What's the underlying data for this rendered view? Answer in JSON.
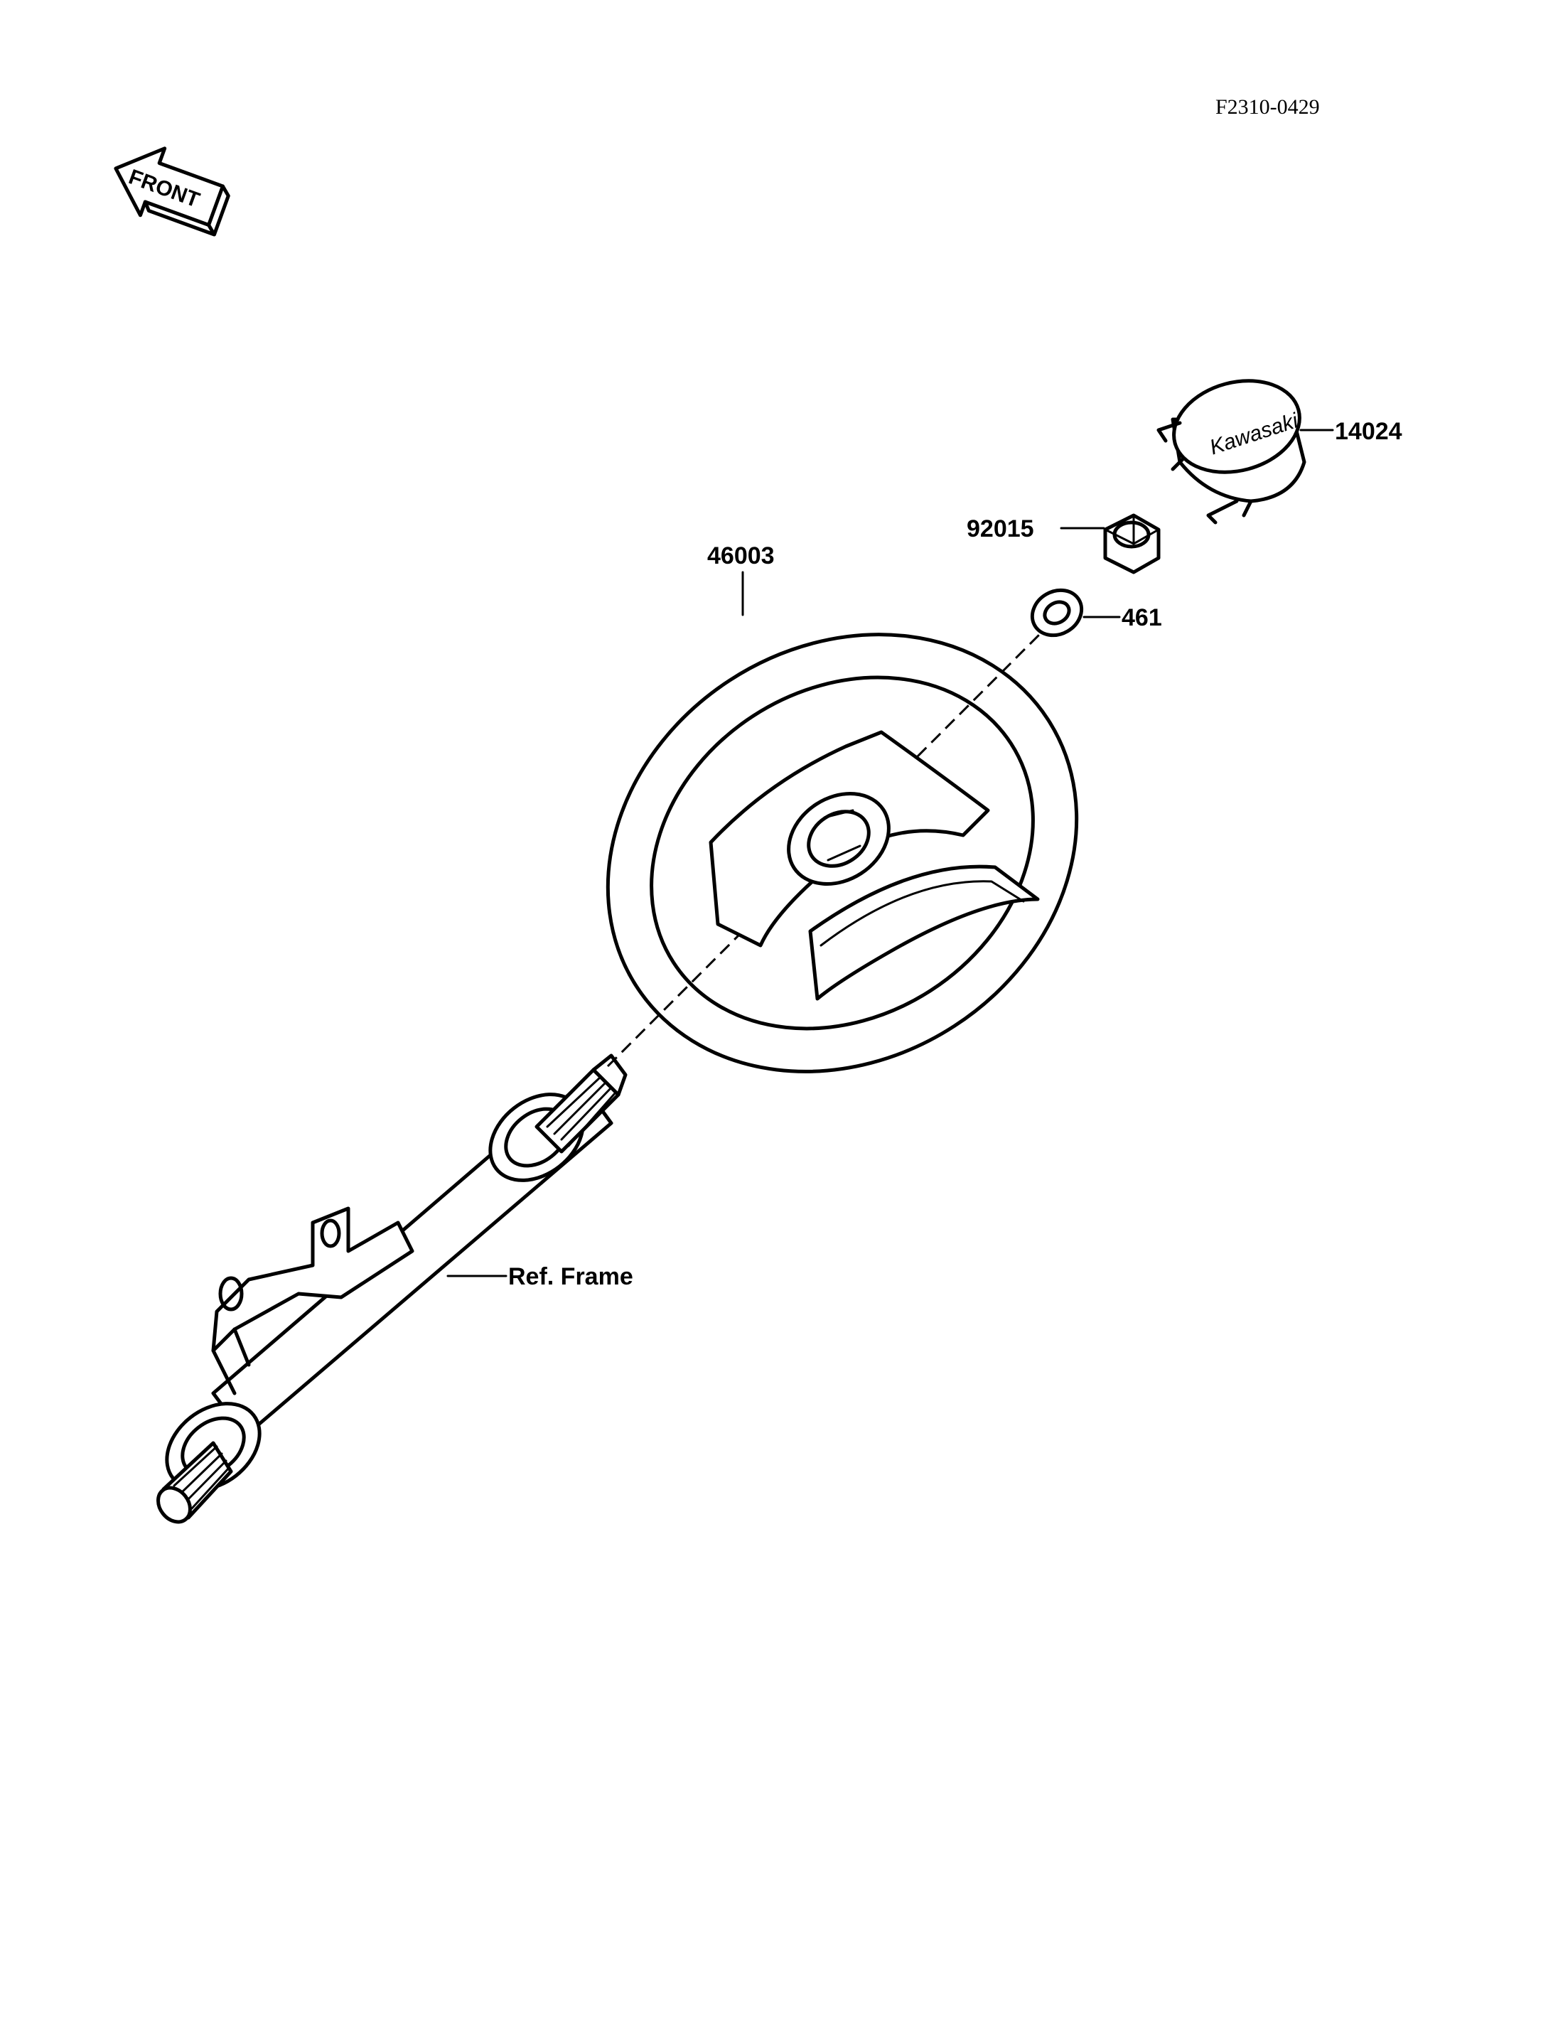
{
  "diagram": {
    "doc_id": "F2310-0429",
    "front_marker": "FRONT",
    "cap_logo": "Kawasaki",
    "callouts": [
      {
        "id": "steering_wheel",
        "label": "46003"
      },
      {
        "id": "cap",
        "label": "14024"
      },
      {
        "id": "nut",
        "label": "92015"
      },
      {
        "id": "washer",
        "label": "461"
      },
      {
        "id": "frame",
        "label": "Ref. Frame"
      }
    ]
  }
}
